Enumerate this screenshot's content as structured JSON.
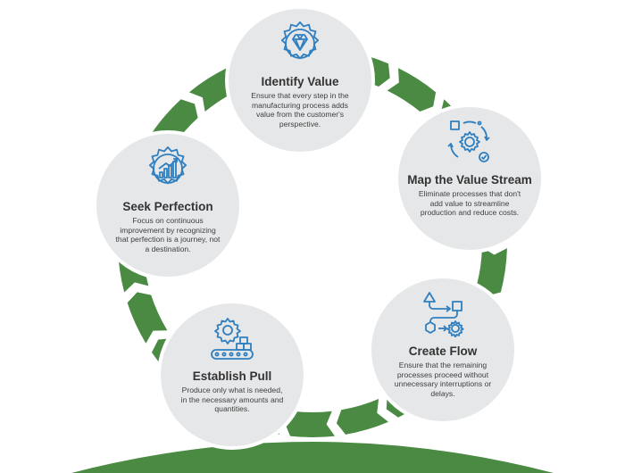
{
  "colors": {
    "ring_green": "#4a8a42",
    "node_bg": "#e6e7e8",
    "icon_blue": "#2f7fc0",
    "title_text": "#333333",
    "body_text": "#3f3f3f"
  },
  "steps": [
    {
      "title": "Identify Value",
      "icon": "diamond-gear-icon",
      "desc": "Ensure that every step in the manufacturing process adds value from the customer's perspective."
    },
    {
      "title": "Map the Value Stream",
      "icon": "process-cycle-gear-icon",
      "desc": "Eliminate processes that don't add value to streamline production and reduce costs."
    },
    {
      "title": "Create Flow",
      "icon": "flowchart-icon",
      "desc": "Ensure that the remaining processes proceed without unnecessary interruptions or delays."
    },
    {
      "title": "Establish Pull",
      "icon": "conveyor-gear-icon",
      "desc": "Produce only what is needed, in the necessary amounts and quantities."
    },
    {
      "title": "Seek Perfection",
      "icon": "growth-chart-gear-icon",
      "desc": "Focus on continuous improvement by recognizing that perfection is a journey, not a destination."
    }
  ]
}
